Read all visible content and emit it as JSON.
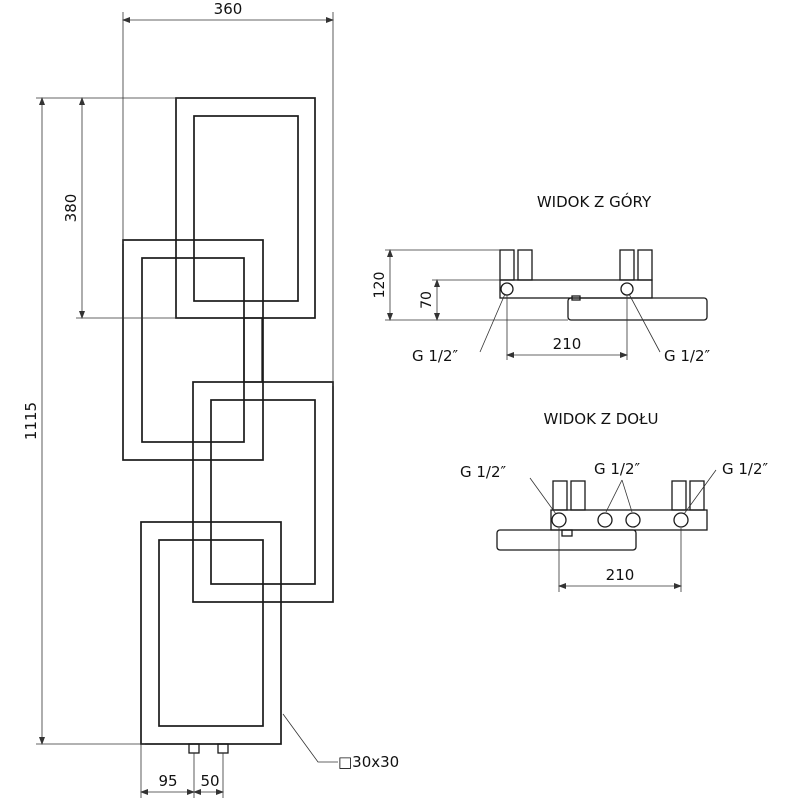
{
  "front": {
    "dim_width": "360",
    "dim_height_total": "1115",
    "dim_height_top": "380",
    "dim_bottom_left": "95",
    "dim_bottom_spacing": "50",
    "profile_label": "□30x30"
  },
  "top_view": {
    "title": "WIDOK Z GÓRY",
    "dim_total_depth": "120",
    "dim_axis_depth": "70",
    "dim_spacing": "210",
    "conn_left": "G 1/2″",
    "conn_right": "G 1/2″"
  },
  "bottom_view": {
    "title": "WIDOK Z DOŁU",
    "conn_left": "G 1/2″",
    "conn_center": "G 1/2″",
    "conn_right": "G 1/2″",
    "dim_spacing": "210"
  }
}
